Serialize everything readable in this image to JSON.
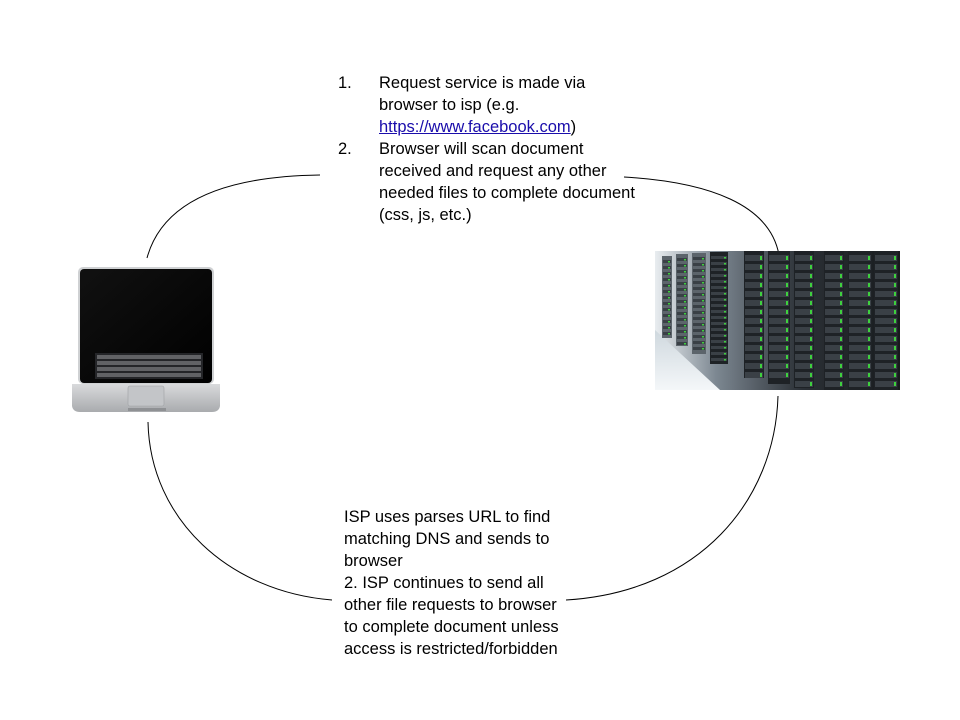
{
  "top_steps": [
    {
      "number": "1.",
      "text_before": "Request service is made via browser to isp (e.g. ",
      "link_text": "https://www.facebook.com",
      "text_after": ")"
    },
    {
      "number": "2.",
      "text_before": "Browser will scan document received and request any other needed files to complete document (css, js, etc.)",
      "link_text": "",
      "text_after": ""
    }
  ],
  "bottom_text": {
    "line1": "ISP uses parses URL to find matching DNS and sends to browser",
    "line2": "2. ISP continues to send all other file requests to browser to complete document unless access is restricted/forbidden"
  },
  "colors": {
    "link": "#1a0dab",
    "arc": "#000000",
    "server_led": "#3ed13e"
  },
  "icons": [
    "laptop-icon",
    "server-rack-image"
  ]
}
